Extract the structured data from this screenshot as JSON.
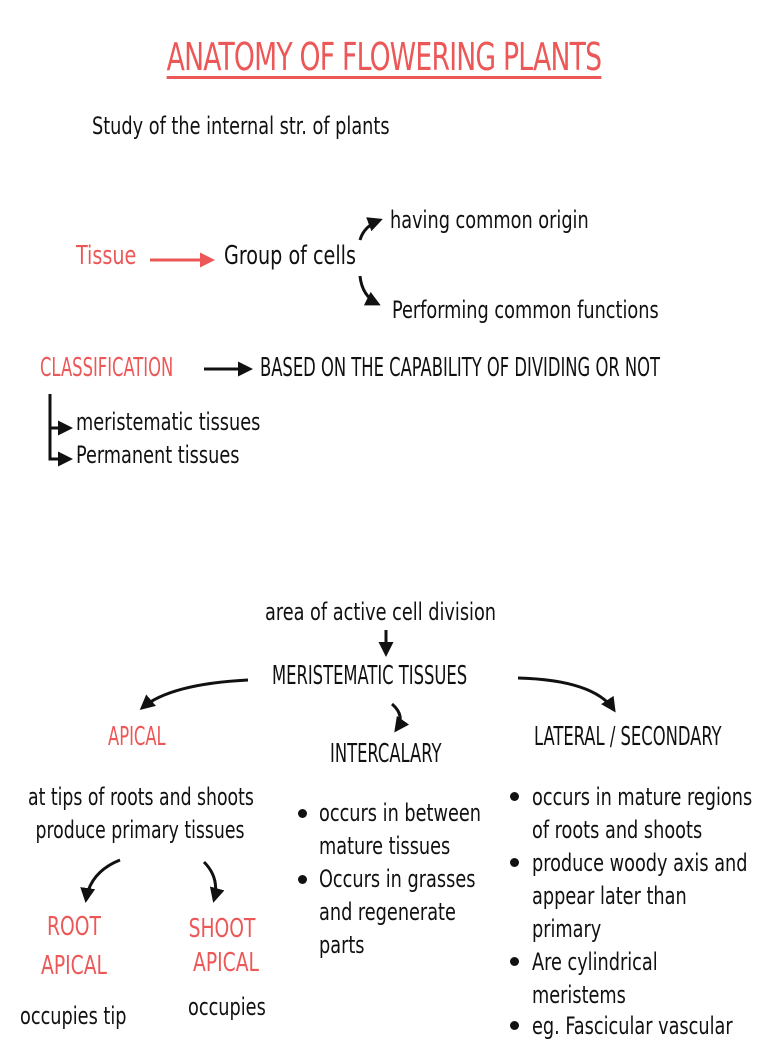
{
  "title": "ANATOMY OF FLOWERING PLANTS",
  "intro": "Study of the internal str. of plants",
  "tissue": {
    "term": "Tissue",
    "definition": "Group of cells",
    "branch_top": "having common origin",
    "branch_bottom": "Performing common functions"
  },
  "classification": {
    "term": "CLASSIFICATION",
    "basis": "BASED ON THE CAPABILITY OF DIVIDING OR NOT",
    "types": [
      "meristematic tissues",
      "Permanent tissues"
    ]
  },
  "meristem": {
    "note": "area of active cell division",
    "heading": "MERISTEMATIC TISSUES",
    "apical": {
      "label": "APICAL",
      "lines": [
        "at tips of roots and shoots",
        "produce primary tissues"
      ],
      "root": [
        "ROOT",
        "APICAL"
      ],
      "shoot": [
        "SHOOT",
        "APICAL"
      ],
      "root_note": "occupies tip",
      "shoot_note": "occupies"
    },
    "intercalary": {
      "label": "INTERCALARY",
      "bullets": [
        [
          "occurs in between",
          "mature tissues"
        ],
        [
          "Occurs in grasses",
          "and regenerate",
          "parts"
        ]
      ]
    },
    "lateral": {
      "label": "LATERAL / SECONDARY",
      "bullets": [
        [
          "occurs in mature regions",
          "of roots and shoots"
        ],
        [
          "produce woody axis and",
          "appear later than",
          "primary"
        ],
        [
          "Are cylindrical",
          "meristems"
        ],
        [
          "eg. Fascicular vascular"
        ]
      ]
    }
  },
  "colors": {
    "accent": "#ec5757",
    "ink": "#111111"
  }
}
